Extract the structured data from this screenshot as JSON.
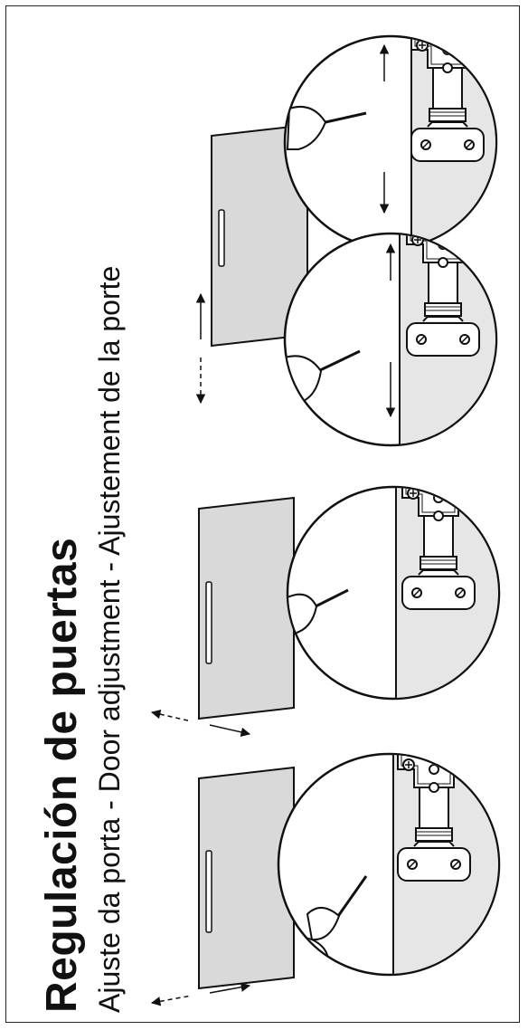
{
  "title": "Regulación de puertas",
  "subtitle": "Ajuste da porta - Door adjustment - Ajustement de la porte",
  "panels": [
    {
      "name": "panel-1",
      "icons": [
        "door-icon",
        "hinge-icon",
        "screwdriver-icon",
        "hand-icon",
        "double-arrow-icon"
      ]
    },
    {
      "name": "panel-2",
      "icons": [
        "door-icon",
        "hinge-icon",
        "screwdriver-icon",
        "hand-icon",
        "double-arrow-icon"
      ]
    },
    {
      "name": "panel-3",
      "icons": [
        "door-icon",
        "hinge-icon",
        "screwdriver-icon",
        "hand-icon",
        "vertical-arrows-icon"
      ]
    }
  ],
  "colors": {
    "line": "#111111",
    "panel_gray": "#e6e6e6",
    "door_gray": "#d9d9d9"
  }
}
